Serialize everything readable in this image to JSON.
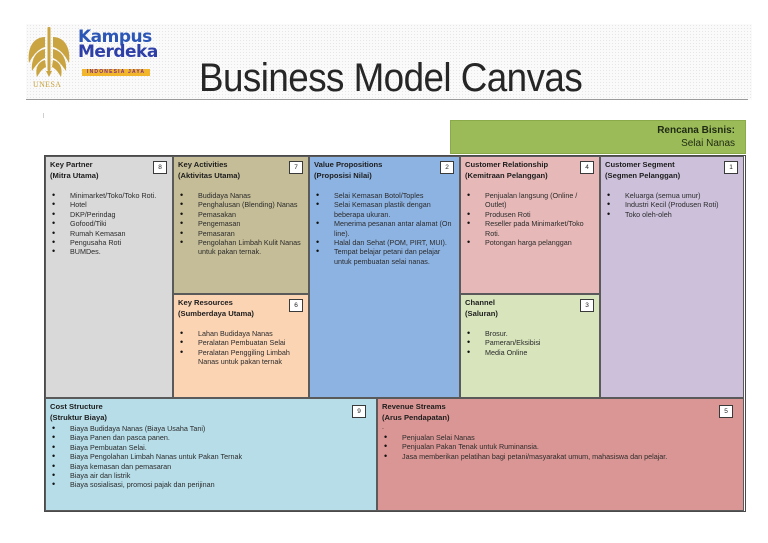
{
  "header": {
    "logo_unesa_text": "UNESA",
    "logo_km_line1": "Kampus",
    "logo_km_line2": "Merdeka",
    "logo_km_tag": "INDONESIA JAYA",
    "title": "Business Model Canvas"
  },
  "plan": {
    "label": "Rencana Bisnis:",
    "value": "Selai Nanas",
    "color": "#9bbb59"
  },
  "canvas": {
    "key_partner": {
      "title": "Key Partner",
      "subtitle": "(Mitra Utama)",
      "number": "8",
      "color": "#d9d9d9",
      "items": [
        "Minimarket/Toko/Toko Roti.",
        "Hotel",
        "DKP/Perindag",
        "Gofood/Tiki",
        "Rumah Kemasan",
        "Pengusaha Roti",
        "BUMDes."
      ]
    },
    "key_activities": {
      "title": "Key Activities",
      "subtitle": "(Aktivitas Utama)",
      "number": "7",
      "color": "#c4bd97",
      "items": [
        "Budidaya Nanas",
        "Penghalusan (Blending) Nanas",
        "Pemasakan",
        "Pengemasan",
        "Pemasaran",
        "Pengolahan Limbah Kulit Nanas untuk pakan ternak."
      ]
    },
    "key_resources": {
      "title": "Key Resources",
      "subtitle": "(Sumberdaya Utama)",
      "number": "6",
      "color": "#fbd4b4",
      "items": [
        "Lahan Budidaya Nanas",
        "Peralatan Pembuatan Selai",
        "Peralatan Penggiling Limbah Nanas untuk pakan ternak"
      ]
    },
    "value_propositions": {
      "title": "Value Propositions",
      "subtitle": "(Proposisi Nilai)",
      "number": "2",
      "color": "#8db3e2",
      "items": [
        "Selai Kemasan Botol/Toples",
        "Selai Kemasan plastik dengan beberapa ukuran.",
        "Menerima pesanan antar alamat (On line).",
        "Halal dan Sehat (POM, PIRT, MUI).",
        "Tempat belajar petani dan pelajar untuk pembuatan selai nanas."
      ]
    },
    "customer_relationship": {
      "title": "Customer Relationship",
      "subtitle": "(Kemitraan Pelanggan)",
      "number": "4",
      "color": "#e6b9b8",
      "items": [
        "Penjualan langsung (Online / Outlet)",
        "Produsen Roti",
        "Reseller pada Minimarket/Toko Roti.",
        "Potongan harga pelanggan"
      ]
    },
    "channel": {
      "title": "Channel",
      "subtitle": "(Saluran)",
      "number": "3",
      "color": "#d7e4bc",
      "items": [
        "Brosur.",
        "Pameran/Eksibisi",
        "Media Online"
      ]
    },
    "customer_segment": {
      "title": "Customer Segment",
      "subtitle": "(Segmen Pelanggan)",
      "number": "1",
      "color": "#ccc0da",
      "items": [
        "Keluarga (semua umur)",
        "Industri Kecil (Produsen Roti)",
        "Toko oleh-oleh"
      ]
    },
    "cost_structure": {
      "title": "Cost Structure",
      "subtitle": "(Struktur Biaya)",
      "number": "9",
      "color": "#b7dde8",
      "items": [
        "Biaya Budidaya Nanas (Biaya Usaha Tani)",
        "Biaya Panen dan pasca panen.",
        "Biaya Pembuatan Selai.",
        "Biaya Pengolahan Limbah Nanas untuk Pakan Ternak",
        "Biaya kemasan dan pemasaran",
        "Biaya air dan listrik",
        "Biaya sosialisasi, promosi pajak dan perijinan"
      ]
    },
    "revenue_streams": {
      "title": "Revenue Streams",
      "subtitle": "(Arus Pendapatan)",
      "number": "5",
      "color": "#da9694",
      "stray_mark": ".",
      "items": [
        "Penjualan Selai Nanas",
        "Penjualan Pakan Tenak untuk Ruminansia.",
        "Jasa memberikan pelatihan bagi petani/masyarakat umum, mahasiswa dan pelajar."
      ]
    }
  }
}
